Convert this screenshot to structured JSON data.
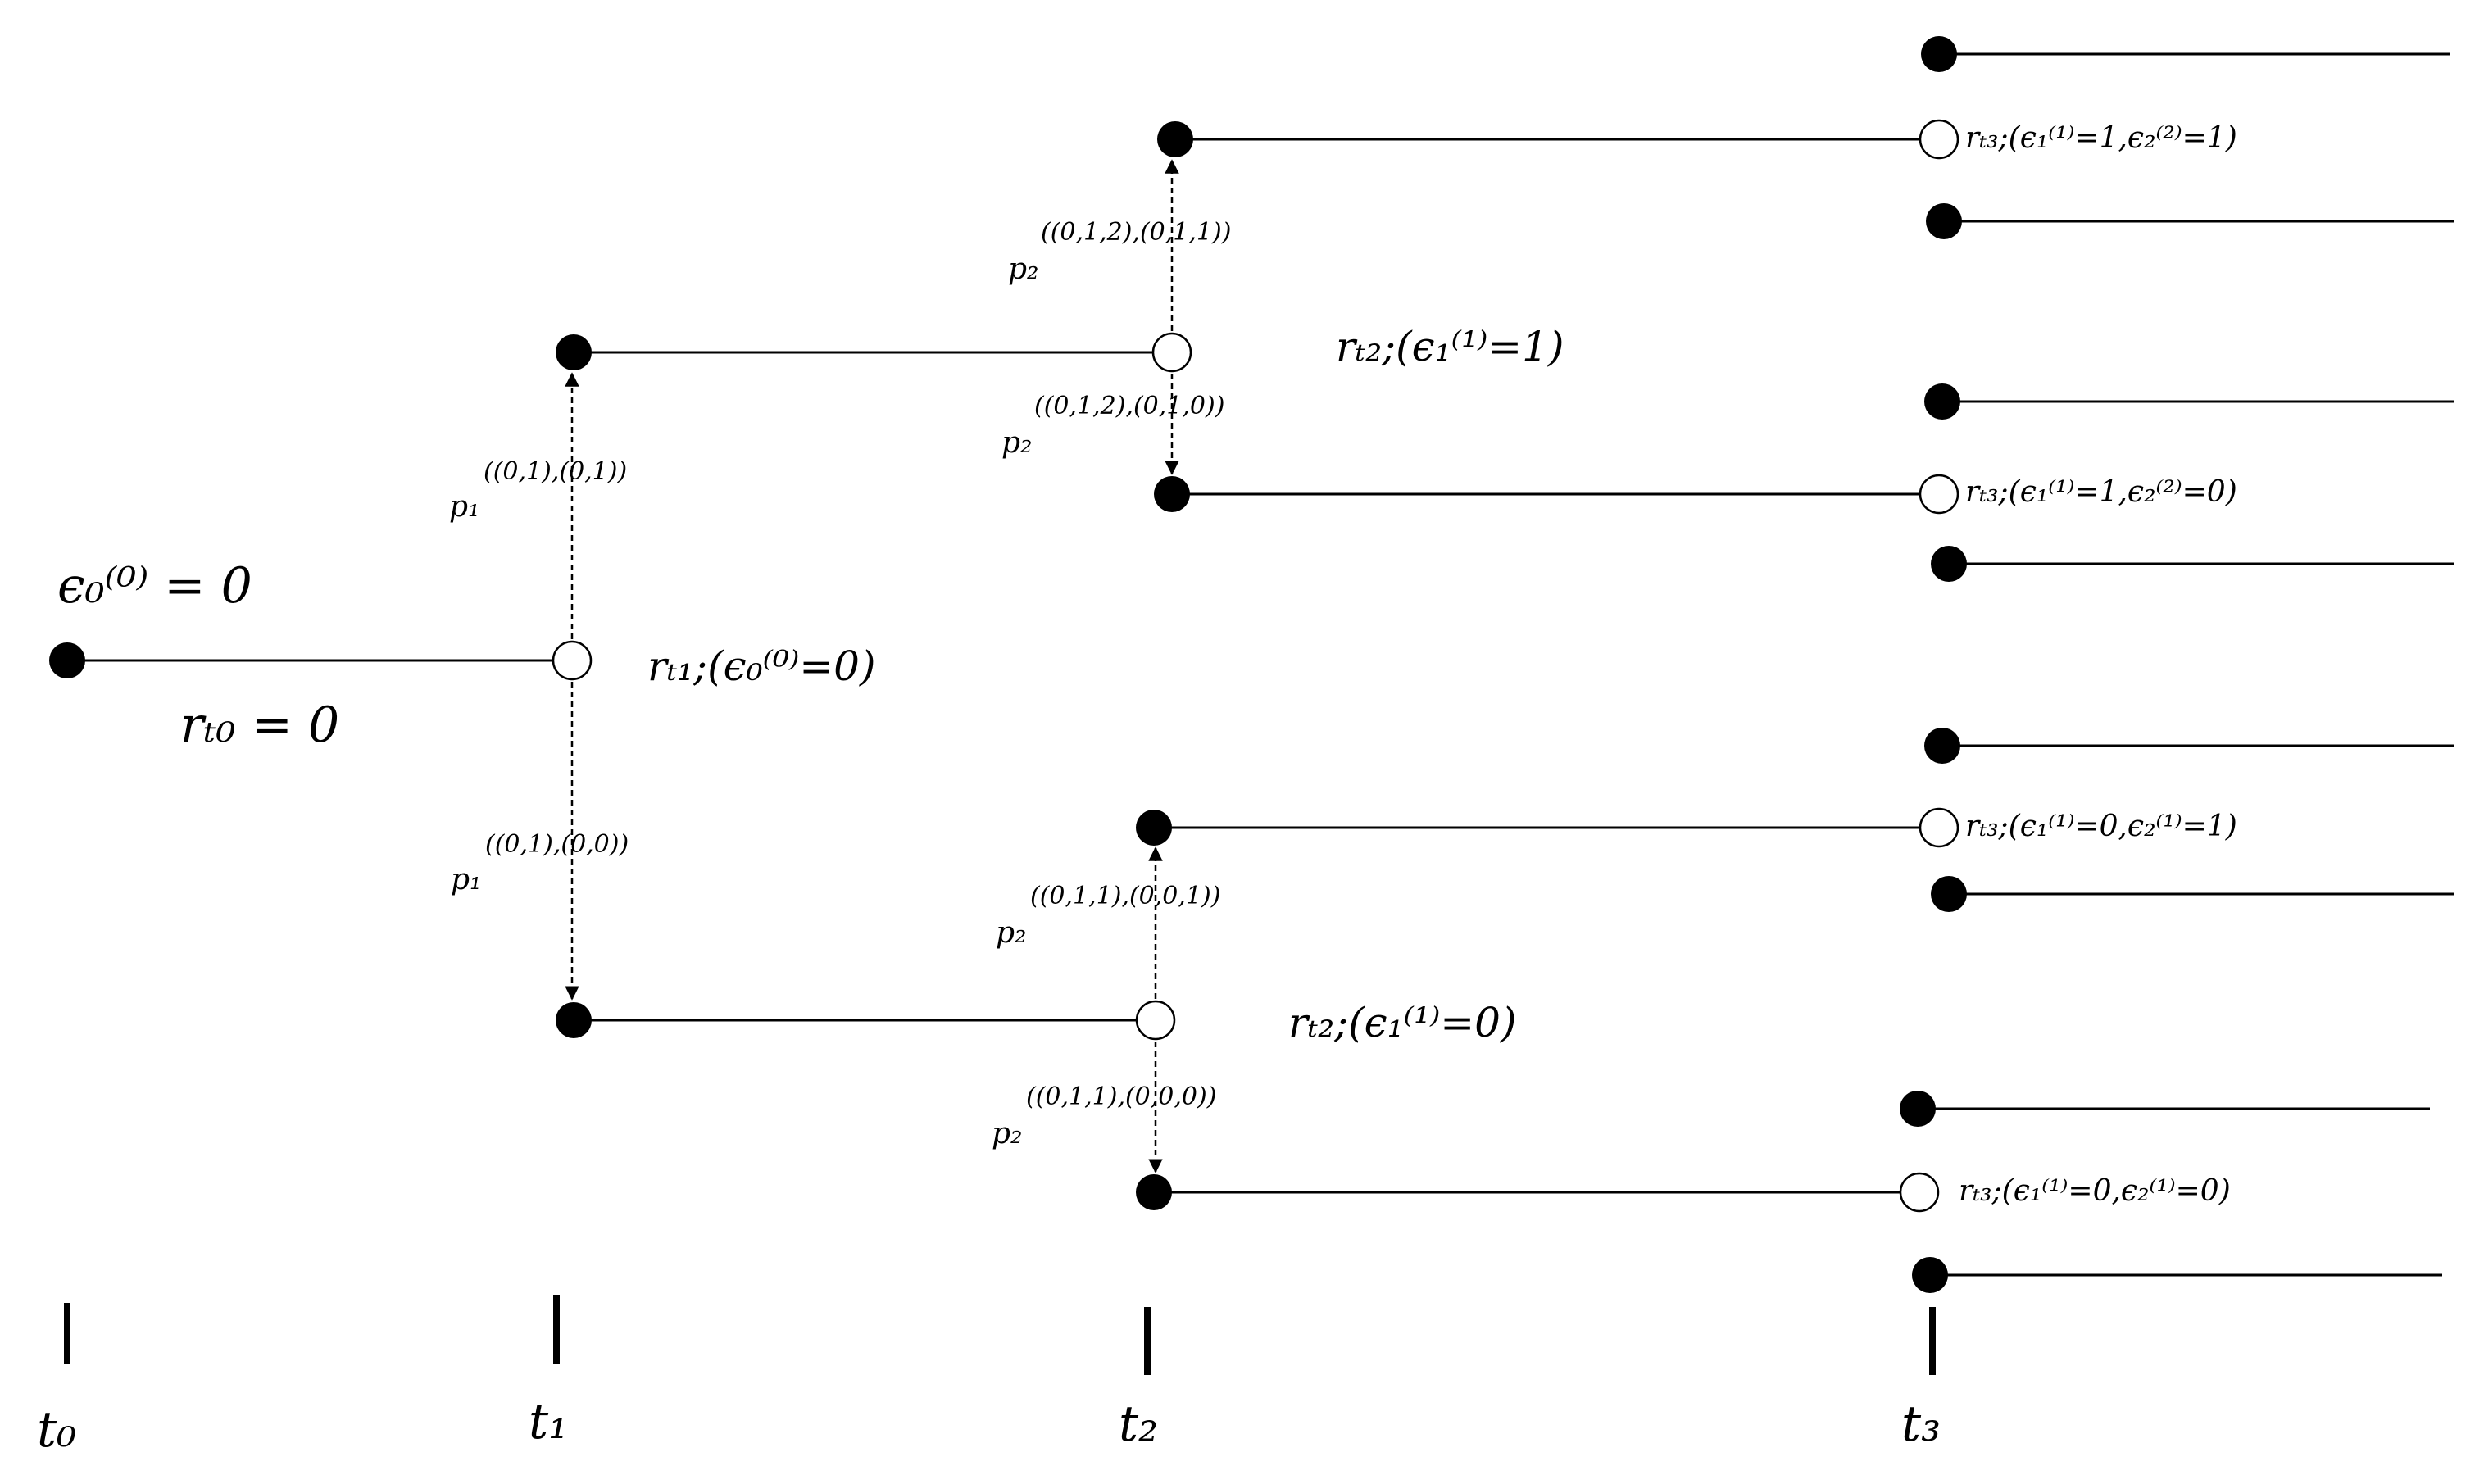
{
  "initial": {
    "epsilon": "ϵ₀⁽⁰⁾ = 0",
    "rate": "rₜ₀ = 0"
  },
  "time_axis": {
    "ticks": [
      "t₀",
      "t₁",
      "t₂",
      "t₃"
    ]
  },
  "rates": {
    "t1": "rₜ₁;(ϵ₀⁽⁰⁾=0)",
    "t2_up": "rₜ₂;(ϵ₁⁽¹⁾=1)",
    "t2_down": "rₜ₂;(ϵ₁⁽¹⁾=0)",
    "t3_1": "rₜ₃;(ϵ₁⁽¹⁾=1,ϵ₂⁽²⁾=1)",
    "t3_2": "rₜ₃;(ϵ₁⁽¹⁾=1,ϵ₂⁽²⁾=0)",
    "t3_3": "rₜ₃;(ϵ₁⁽¹⁾=0,ϵ₂⁽¹⁾=1)",
    "t3_4": "rₜ₃;(ϵ₁⁽¹⁾=0,ϵ₂⁽¹⁾=0)"
  },
  "probabilities": {
    "p1_up": {
      "base": "p₁",
      "sup": "((0,1),(0,1))"
    },
    "p1_down": {
      "base": "p₁",
      "sup": "((0,1),(0,0))"
    },
    "p2_uu": {
      "base": "p₂",
      "sup": "((0,1,2),(0,1,1))"
    },
    "p2_ud": {
      "base": "p₂",
      "sup": "((0,1,2),(0,1,0))"
    },
    "p2_du": {
      "base": "p₂",
      "sup": "((0,1,1),(0,0,1))"
    },
    "p2_dd": {
      "base": "p₂",
      "sup": "((0,1,1),(0,0,0))"
    }
  }
}
